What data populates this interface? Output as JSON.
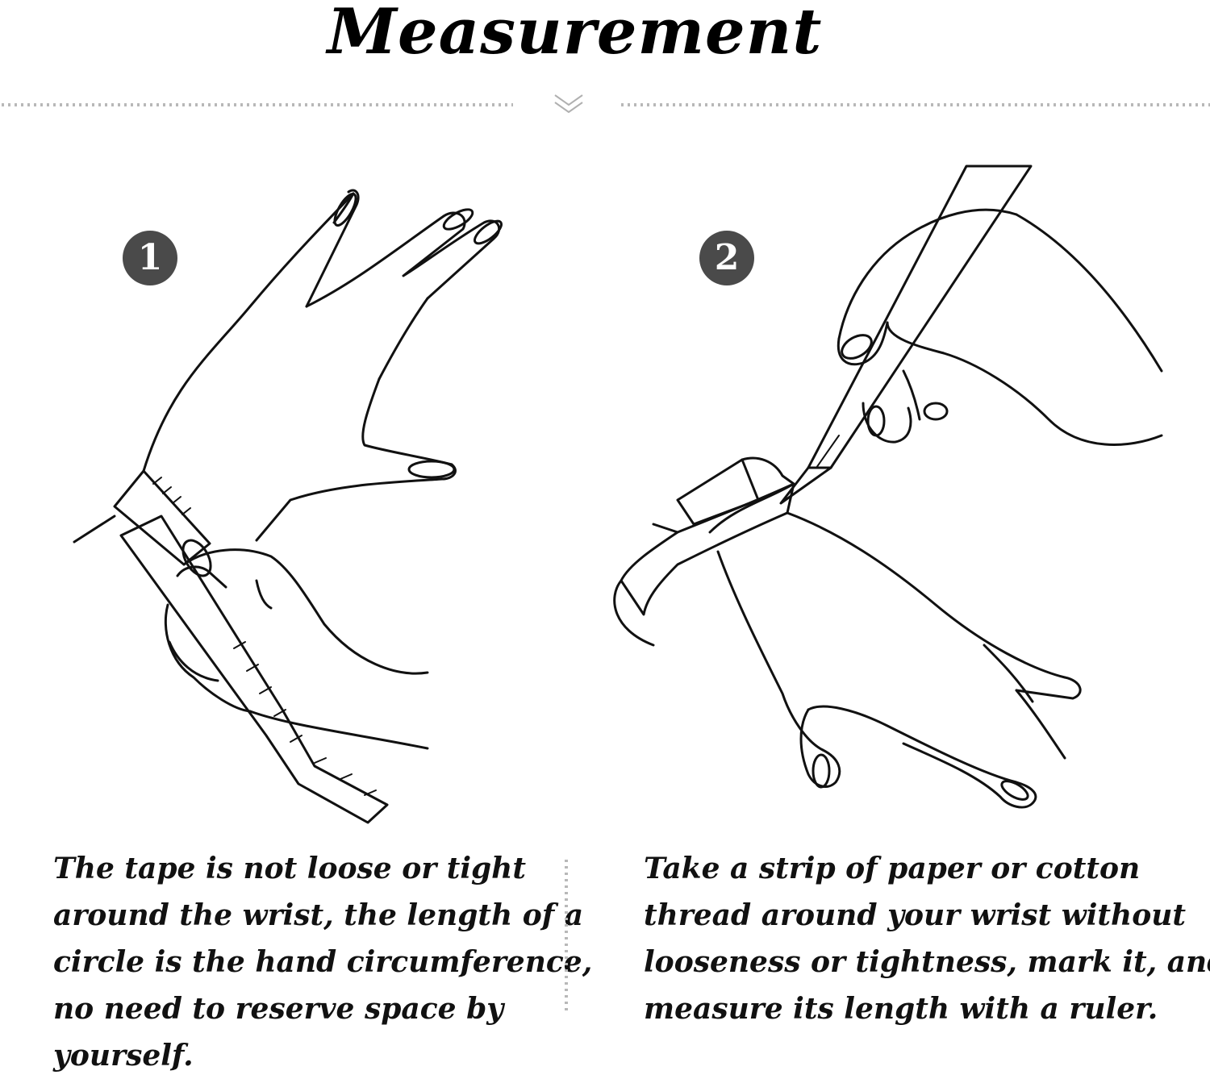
{
  "title": "Measurement",
  "steps": [
    {
      "number": "1",
      "caption_lines": [
        "The tape is not loose or tight",
        "around the wrist, the length of a",
        "circle is the hand circumference,",
        "no need to reserve space by",
        "yourself."
      ]
    },
    {
      "number": "2",
      "caption_lines": [
        "Take a strip of paper or cotton",
        "thread around your wrist without",
        "looseness or tightness, mark it, and",
        "measure its length with a ruler."
      ]
    }
  ],
  "icons": {
    "divider": "double-chevron-down-icon",
    "illustration_1": "hand-with-measuring-tape",
    "illustration_2": "hand-marking-paper-strip-with-pen"
  },
  "colors": {
    "text": "#111111",
    "badge": "#4a4a4a",
    "dots": "#b8b8b8"
  }
}
